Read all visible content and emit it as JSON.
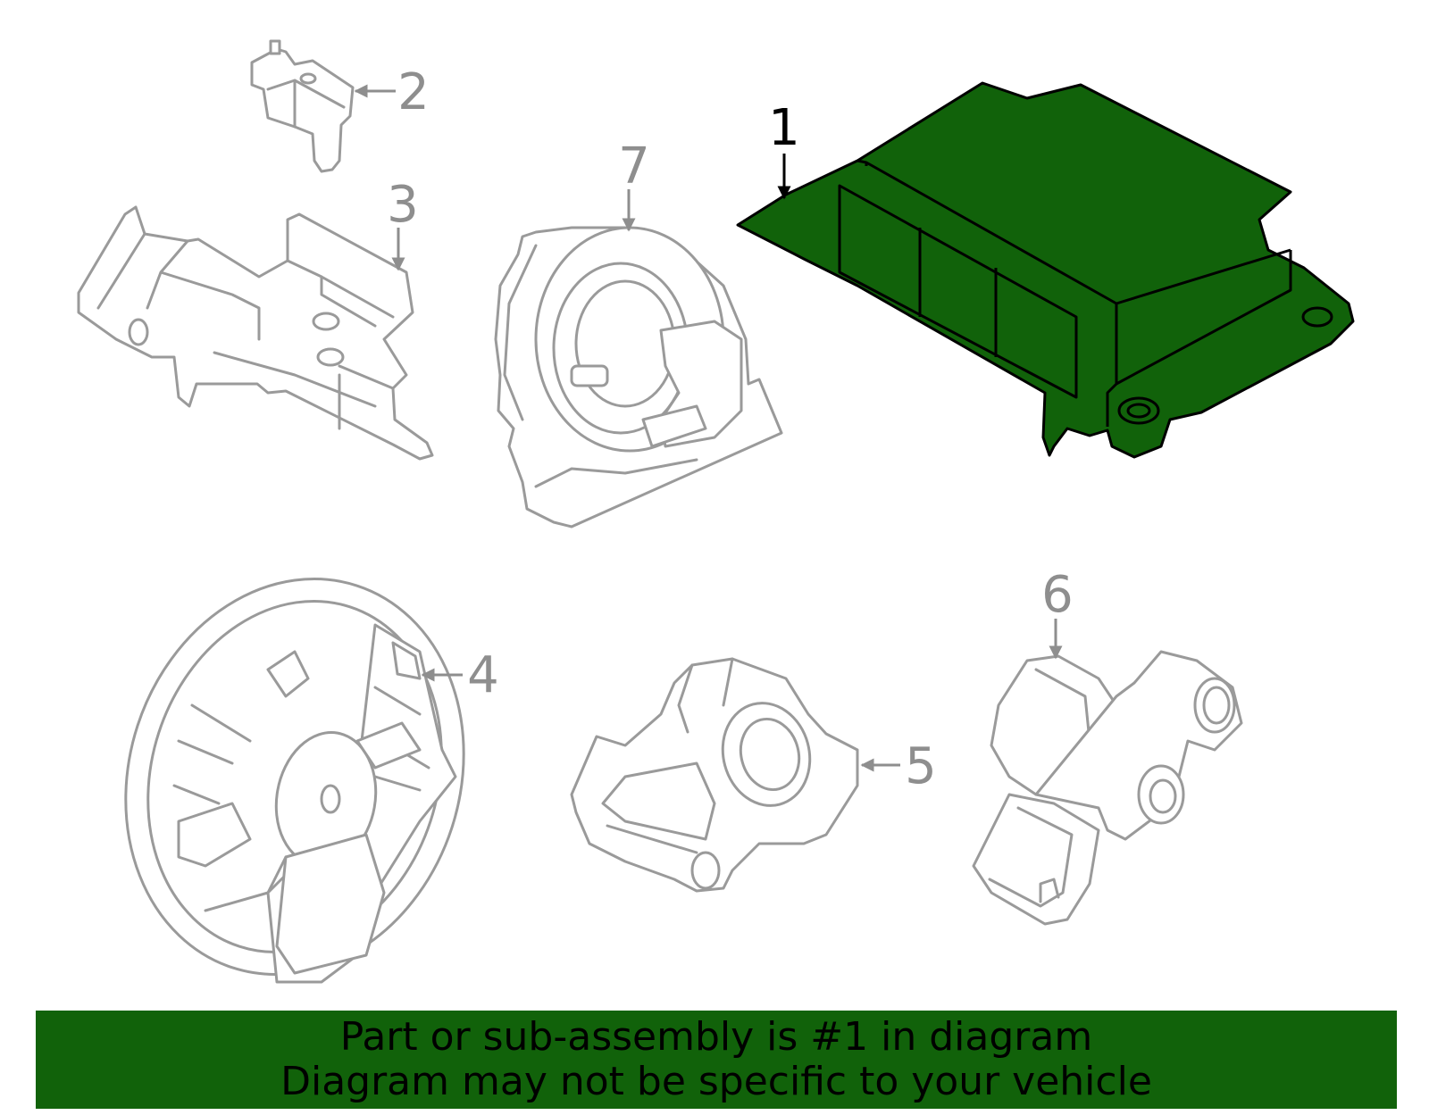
{
  "callouts": {
    "c1": "1",
    "c2": "2",
    "c3": "3",
    "c4": "4",
    "c5": "5",
    "c6": "6",
    "c7": "7"
  },
  "highlighted_part": "1",
  "colors": {
    "highlight_fill": "#11620a",
    "banner_background": "#11620a",
    "outline_gray": "#9a9a9a"
  },
  "banner": {
    "line1": "Part or sub-assembly is #1 in diagram",
    "line2": "Diagram may not be specific to your vehicle"
  }
}
